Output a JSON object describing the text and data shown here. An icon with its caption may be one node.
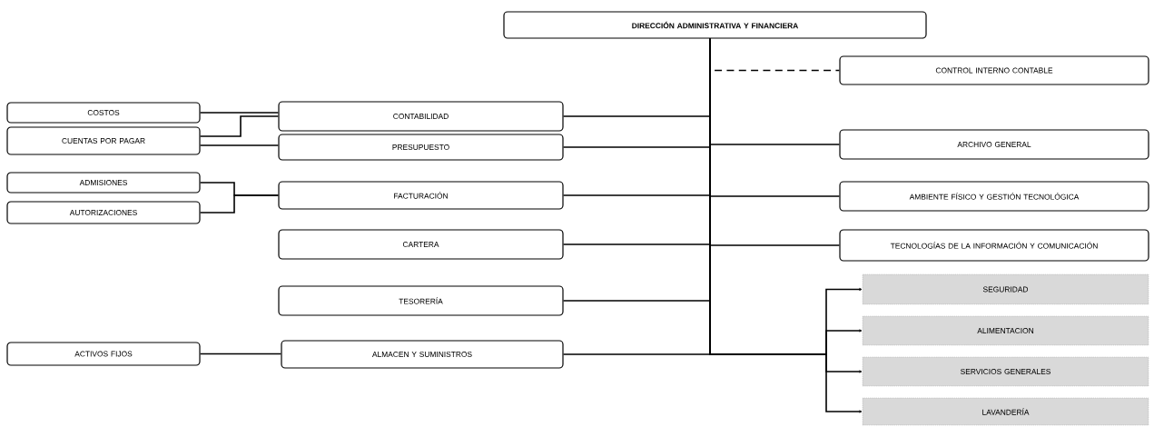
{
  "diagram": {
    "nodes": [
      {
        "text": [
          "DIRECCIÓN ADMINISTRATIVA Y FINANCIERA"
        ]
      },
      {
        "text": [
          "CONTROL INTERNO CONTABLE"
        ]
      },
      {
        "text": [
          "COSTOS"
        ]
      },
      {
        "text": [
          "CONTABILIDAD"
        ]
      },
      {
        "text": [
          "CUENTAS POR PAGAR"
        ]
      },
      {
        "text": [
          "PRESUPUESTO"
        ]
      },
      {
        "text": [
          "ARCHIVO GENERAL"
        ]
      },
      {
        "text": [
          "ADMISIONES"
        ]
      },
      {
        "text": [
          "FACTURACIÓN"
        ]
      },
      {
        "text": [
          "AMBIENTE FÍSICO Y GESTIÓN TECNOLÓGICA"
        ]
      },
      {
        "text": [
          "AUTORIZACIONES"
        ]
      },
      {
        "text": [
          "CARTERA"
        ]
      },
      {
        "text": [
          "TECNOLOGÍAS DE LA INFORMACIÓN Y COMUNICACIÓN"
        ]
      },
      {
        "text": [
          "TESORERÍA"
        ]
      },
      {
        "text": [
          "SEGURIDAD"
        ]
      },
      {
        "text": [
          "ALIMENTACION"
        ]
      },
      {
        "text": [
          "ACTIVOS FIJOS"
        ]
      },
      {
        "text": [
          "ALMACEN Y SUMINISTROS"
        ]
      },
      {
        "text": [
          "SERVICIOS GENERALES"
        ]
      },
      {
        "text": [
          "LAVANDERÍA"
        ]
      }
    ],
    "edges": [
      {
        "from": 0,
        "to": 1,
        "arrow": "none",
        "style": "dashed"
      },
      {
        "from": 0,
        "to": 3,
        "arrow": "none"
      },
      {
        "from": 0,
        "to": 5,
        "arrow": "none"
      },
      {
        "from": 0,
        "to": 6,
        "arrow": "none"
      },
      {
        "from": 0,
        "to": 8,
        "arrow": "none"
      },
      {
        "from": 0,
        "to": 9,
        "arrow": "none"
      },
      {
        "from": 0,
        "to": 11,
        "arrow": "none"
      },
      {
        "from": 0,
        "to": 12,
        "arrow": "none"
      },
      {
        "from": 0,
        "to": 13,
        "arrow": "none"
      },
      {
        "from": 0,
        "to": 17,
        "arrow": "none"
      },
      {
        "from": 2,
        "to": 3,
        "arrow": "none"
      },
      {
        "from": 4,
        "to": 3,
        "arrow": "none"
      },
      {
        "from": 4,
        "to": 5,
        "arrow": "none"
      },
      {
        "from": 7,
        "to": 8,
        "arrow": "none"
      },
      {
        "from": 10,
        "to": 8,
        "arrow": "none"
      },
      {
        "from": 16,
        "to": 17,
        "arrow": "none"
      },
      {
        "from": 0,
        "to": 14,
        "arrow": "to"
      },
      {
        "from": 0,
        "to": 15,
        "arrow": "to"
      },
      {
        "from": 0,
        "to": 18,
        "arrow": "to"
      },
      {
        "from": 0,
        "to": 19,
        "arrow": "to"
      }
    ]
  }
}
